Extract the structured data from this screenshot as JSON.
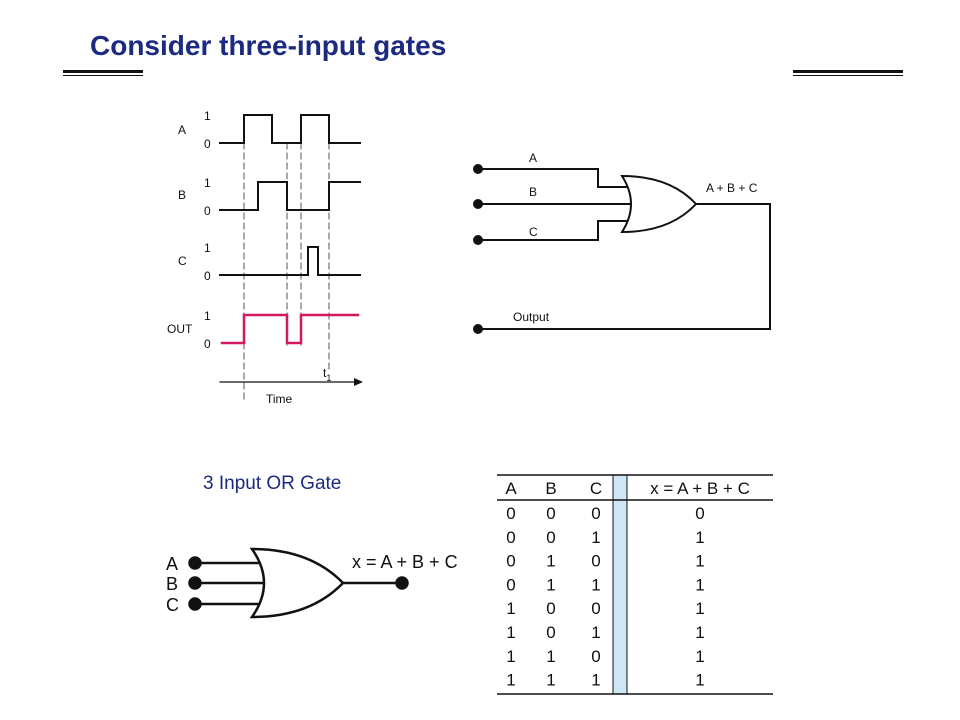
{
  "slide": {
    "title": "Consider three-input gates"
  },
  "timing_diagram": {
    "signals": [
      {
        "name": "A",
        "high_label": "1",
        "low_label": "0"
      },
      {
        "name": "B",
        "high_label": "1",
        "low_label": "0"
      },
      {
        "name": "C",
        "high_label": "1",
        "low_label": "0"
      },
      {
        "name": "OUT",
        "high_label": "1",
        "low_label": "0"
      }
    ],
    "marker_label": "t",
    "marker_subscript": "1",
    "time_label": "Time",
    "colors": {
      "signal": "#111111",
      "output": "#d2185f"
    }
  },
  "circuit": {
    "inputs": [
      "A",
      "B",
      "C"
    ],
    "gate_output_label": "A + B + C",
    "output_label": "Output"
  },
  "symbol": {
    "caption": "3 Input OR Gate",
    "inputs": [
      "A",
      "B",
      "C"
    ],
    "output_label": "x = A + B + C"
  },
  "truth_table": {
    "headers": [
      "A",
      "B",
      "C",
      "x = A + B + C"
    ],
    "rows": [
      [
        "0",
        "0",
        "0",
        "0"
      ],
      [
        "0",
        "0",
        "1",
        "1"
      ],
      [
        "0",
        "1",
        "0",
        "1"
      ],
      [
        "0",
        "1",
        "1",
        "1"
      ],
      [
        "1",
        "0",
        "0",
        "1"
      ],
      [
        "1",
        "0",
        "1",
        "1"
      ],
      [
        "1",
        "1",
        "0",
        "1"
      ],
      [
        "1",
        "1",
        "1",
        "1"
      ]
    ],
    "colors": {
      "separator": "#cfe6f7"
    }
  }
}
